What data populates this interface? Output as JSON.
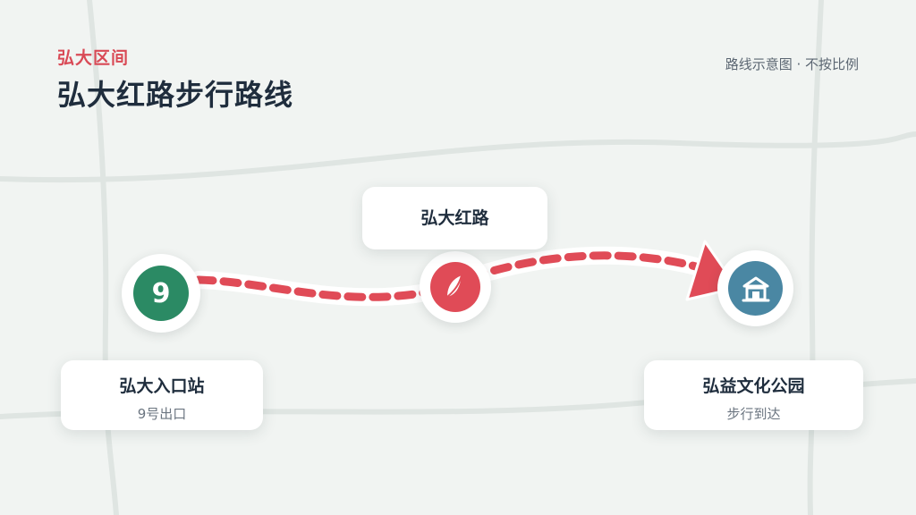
{
  "header": {
    "kicker": "弘大区间",
    "title": "弘大红路步行路线",
    "note": "路线示意图 · 不按比例"
  },
  "stops": {
    "start": {
      "badge": "9",
      "name": "弘大入口站",
      "sub": "9号出口",
      "icon": "subway-station-badge",
      "color": "#2b8a64"
    },
    "mid": {
      "name": "弘大红路",
      "icon": "leaf-icon",
      "color": "#e04b57"
    },
    "end": {
      "name": "弘益文化公园",
      "sub": "步行到达",
      "icon": "park-gate-icon",
      "color": "#4a87a3"
    }
  },
  "route": {
    "color": "#e04b57",
    "style": "dashed",
    "direction": "start-to-end"
  }
}
